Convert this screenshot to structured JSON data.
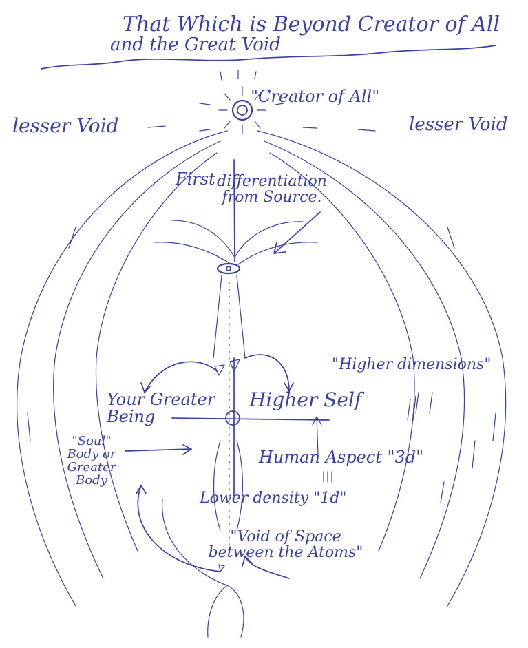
{
  "diagram": {
    "title_line1": "That Which is Beyond Creator of All",
    "title_line2": "and the Great Void",
    "creator": "\"Creator of All\"",
    "lesser_void_left": "lesser Void",
    "lesser_void_right": "lesser Void",
    "first_differentiation": "First",
    "differentiation_rest": "differentiation from Source.",
    "higher_dimensions": "\"Higher dimensions\"",
    "your_greater_being": "Your Greater Being",
    "higher_self": "Higher Self",
    "soul_body": "\"Soul\" Body or Greater Body",
    "human_aspect": "Human Aspect \"3d\"",
    "lower_density": "Lower density \"1d\"",
    "void_of_space": "\"Void of Space between the Atoms\""
  },
  "colors": {
    "ink": "#3b3fa8",
    "paper": "#ffffff"
  }
}
